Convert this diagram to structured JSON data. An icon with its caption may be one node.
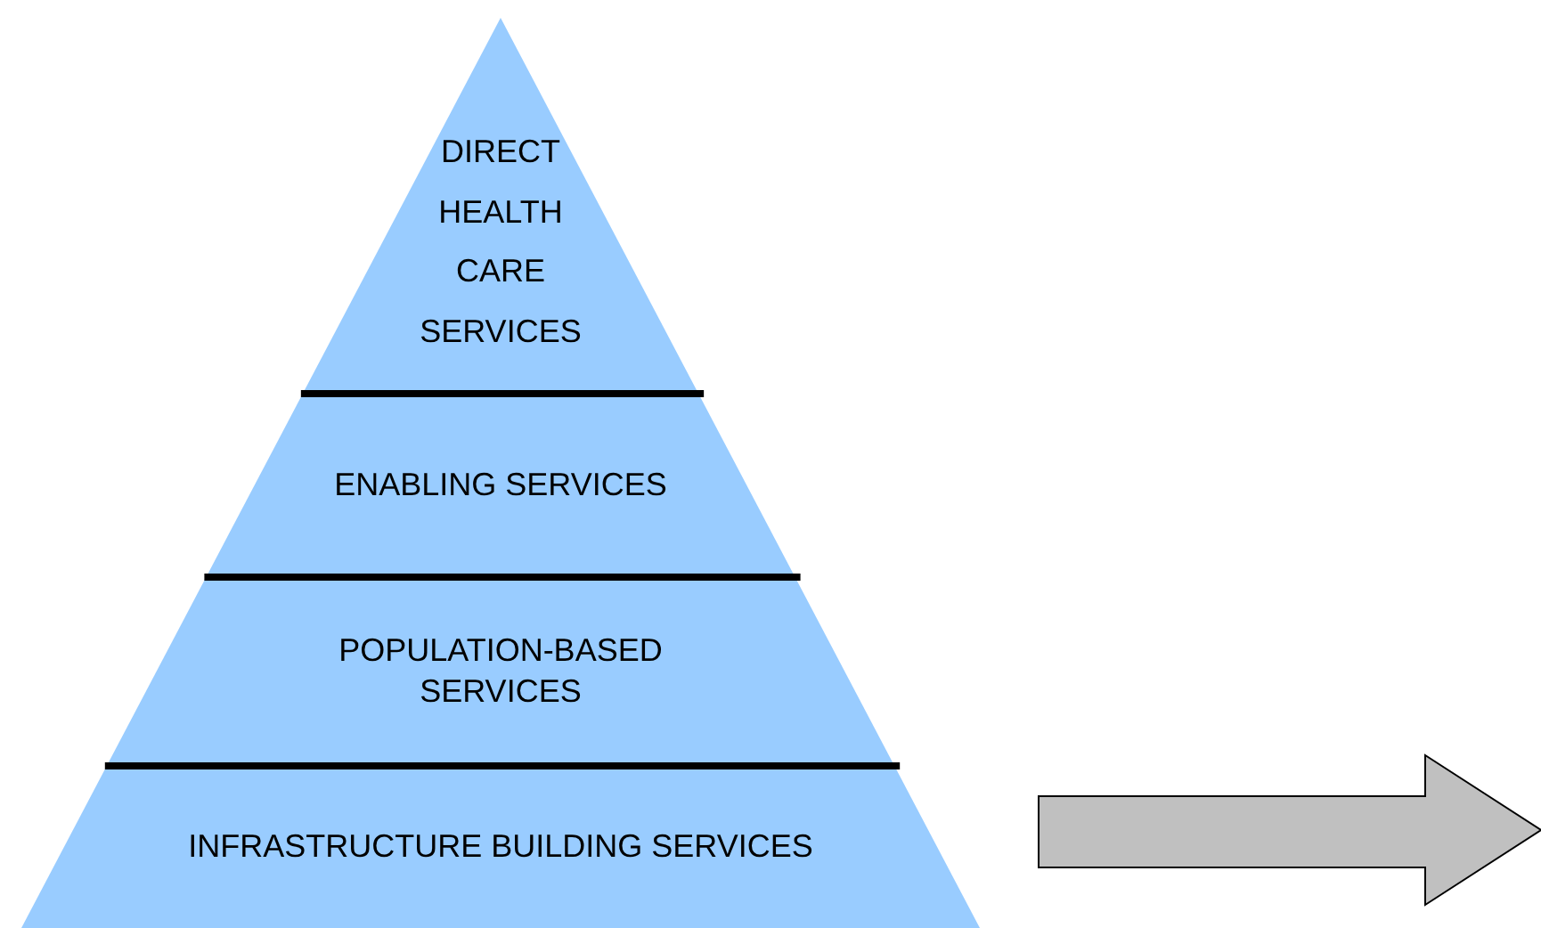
{
  "diagram": {
    "nodes": [
      {
        "text": [
          "DIRECT HEALTH CARE SERVICES"
        ]
      },
      {
        "text": [
          "ENABLING SERVICES"
        ]
      },
      {
        "text": [
          "POPULATION-BASED SERVICES"
        ]
      },
      {
        "text": [
          "INFRASTRUCTURE BUILDING SERVICES"
        ]
      }
    ]
  }
}
